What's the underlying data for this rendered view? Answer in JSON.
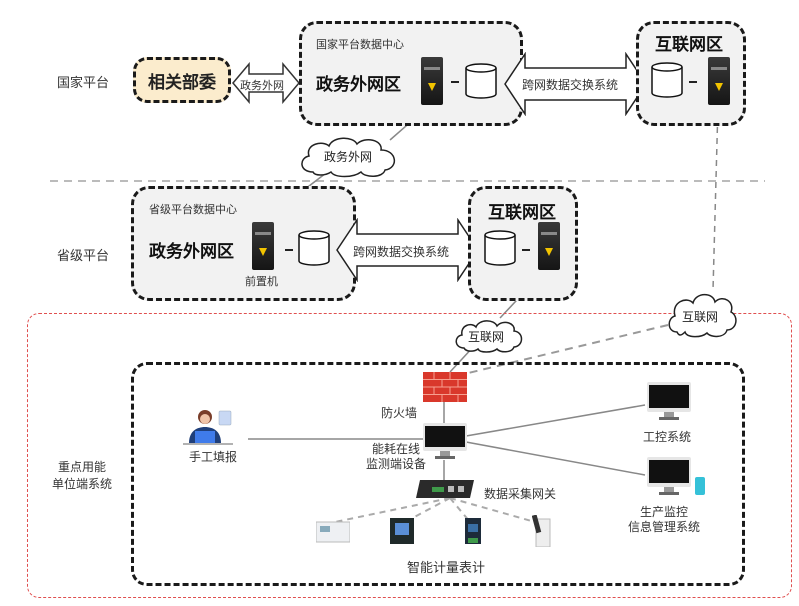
{
  "rows": {
    "national": "国家平台",
    "provincial": "省级平台",
    "unit": [
      "重点用能",
      "单位端系统"
    ]
  },
  "national": {
    "ministries": "相关部委",
    "gov_link": "政务外网",
    "dc_caption": "国家平台数据中心",
    "gov_zone": "政务外网区",
    "exchange": "跨网数据交换系统",
    "internet_zone": "互联网区",
    "cloud_gov": "政务外网"
  },
  "provincial": {
    "dc_caption": "省级平台数据中心",
    "gov_zone": "政务外网区",
    "front_server": "前置机",
    "exchange": "跨网数据交换系统",
    "internet_zone": "互联网区"
  },
  "unit": {
    "cloud_internet_left": "互联网",
    "cloud_internet_right": "互联网",
    "firewall": "防火墙",
    "manual": "手工填报",
    "monitor_device": [
      "能耗在线",
      "监测端设备"
    ],
    "gateway": "数据采集网关",
    "meters": "智能计量表计",
    "ics": "工控系统",
    "production": [
      "生产监控",
      "信息管理系统"
    ]
  },
  "colors": {
    "ministries_bg": "#fbeccd",
    "zone_bg": "#f2f2f2",
    "unit_border": "#e05050",
    "firewall": "#d9382b",
    "phone": "#35c1d8"
  }
}
